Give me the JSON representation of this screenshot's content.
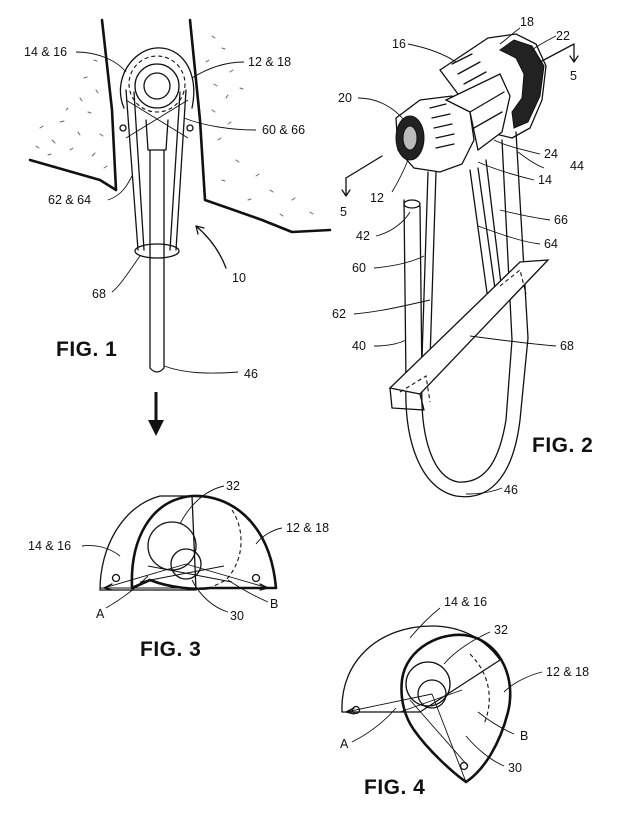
{
  "figures": {
    "fig1": {
      "title": "FIG. 1",
      "labels": [
        "14 & 16",
        "12 & 18",
        "60 & 66",
        "62 & 64",
        "10",
        "68",
        "46"
      ]
    },
    "fig2": {
      "title": "FIG. 2",
      "labels": [
        "18",
        "16",
        "22",
        "5",
        "20",
        "24",
        "44",
        "14",
        "12",
        "5",
        "66",
        "42",
        "64",
        "60",
        "62",
        "68",
        "40",
        "46"
      ]
    },
    "fig3": {
      "title": "FIG. 3",
      "labels": [
        "32",
        "14 & 16",
        "12 & 18",
        "A",
        "B",
        "30"
      ]
    },
    "fig4": {
      "title": "FIG. 4",
      "labels": [
        "14 & 16",
        "32",
        "12 & 18",
        "A",
        "B",
        "30"
      ]
    }
  },
  "icons": [
    "down-arrow-icon",
    "section-arrow-icon"
  ]
}
